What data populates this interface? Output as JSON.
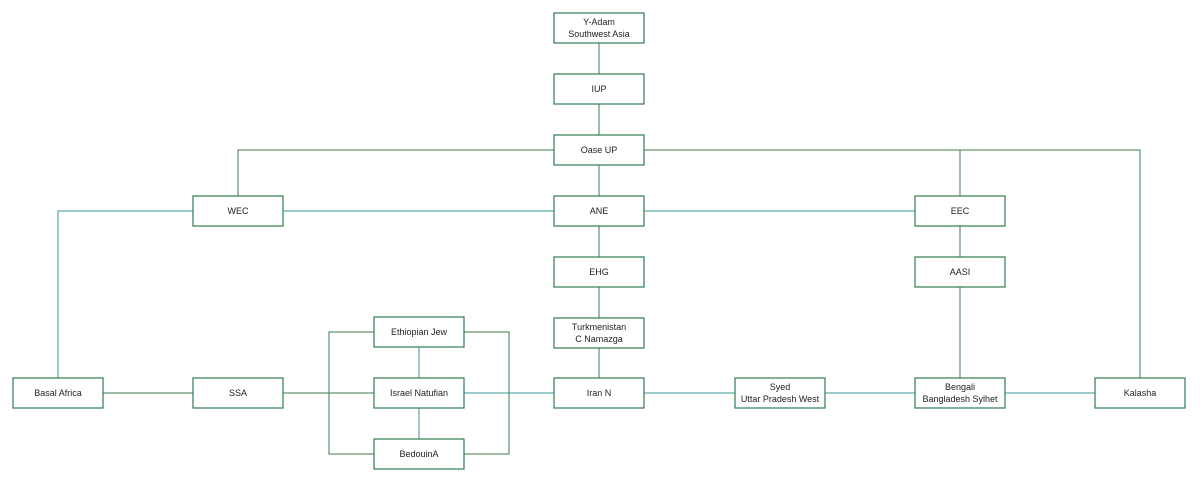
{
  "colors": {
    "node_border": "#2e7d4f",
    "dark_edge": "#3d7a4e",
    "teal_edge": "#3a9a96",
    "text": "#222222",
    "background": "#ffffff"
  },
  "nodes": {
    "y_adam": {
      "line1": "Y-Adam",
      "line2": "Southwest Asia"
    },
    "iup": {
      "label": "IUP"
    },
    "oase_up": {
      "label": "Oase UP"
    },
    "wec": {
      "label": "WEC"
    },
    "ane": {
      "label": "ANE"
    },
    "eec": {
      "label": "EEC"
    },
    "ehg": {
      "label": "EHG"
    },
    "aasi": {
      "label": "AASI"
    },
    "turkmenistan": {
      "line1": "Turkmenistan",
      "line2": "C Namazga"
    },
    "ethiopian_jew": {
      "label": "Ethiopian Jew"
    },
    "basal_africa": {
      "label": "Basal Africa"
    },
    "ssa": {
      "label": "SSA"
    },
    "israel_natufian": {
      "label": "Israel Natufian"
    },
    "iran_n": {
      "label": "Iran N"
    },
    "syed": {
      "line1": "Syed",
      "line2": "Uttar Pradesh West"
    },
    "bengali": {
      "line1": "Bengali",
      "line2": "Bangladesh Sylhet"
    },
    "kalasha": {
      "label": "Kalasha"
    },
    "bedouin_a": {
      "label": "BedouinA"
    }
  },
  "edges": [
    {
      "from": "y_adam",
      "to": "iup",
      "style": "dark"
    },
    {
      "from": "iup",
      "to": "oase_up",
      "style": "dark"
    },
    {
      "from": "oase_up",
      "to": "wec",
      "style": "dark"
    },
    {
      "from": "oase_up",
      "to": "eec",
      "style": "dark"
    },
    {
      "from": "oase_up",
      "to": "kalasha",
      "style": "dark"
    },
    {
      "from": "oase_up",
      "to": "ane",
      "style": "dark"
    },
    {
      "from": "wec",
      "to": "ane",
      "style": "teal"
    },
    {
      "from": "ane",
      "to": "eec",
      "style": "teal"
    },
    {
      "from": "wec",
      "to": "basal_africa",
      "style": "teal"
    },
    {
      "from": "ane",
      "to": "ehg",
      "style": "dark"
    },
    {
      "from": "ehg",
      "to": "turkmenistan",
      "style": "dark"
    },
    {
      "from": "turkmenistan",
      "to": "iran_n",
      "style": "dark"
    },
    {
      "from": "eec",
      "to": "aasi",
      "style": "dark"
    },
    {
      "from": "aasi",
      "to": "bengali",
      "style": "dark"
    },
    {
      "from": "basal_africa",
      "to": "ssa",
      "style": "dark"
    },
    {
      "from": "ssa",
      "to": "ethiopian_jew",
      "style": "dark"
    },
    {
      "from": "ssa",
      "to": "israel_natufian",
      "style": "dark"
    },
    {
      "from": "ssa",
      "to": "bedouin_a",
      "style": "dark"
    },
    {
      "from": "ethiopian_jew",
      "to": "israel_natufian",
      "style": "teal"
    },
    {
      "from": "israel_natufian",
      "to": "bedouin_a",
      "style": "teal"
    },
    {
      "from": "israel_natufian",
      "to": "iran_n",
      "style": "teal"
    },
    {
      "from": "ethiopian_jew",
      "to": "iran_n",
      "style": "dark"
    },
    {
      "from": "bedouin_a",
      "to": "iran_n",
      "style": "dark"
    },
    {
      "from": "iran_n",
      "to": "syed",
      "style": "teal"
    },
    {
      "from": "syed",
      "to": "bengali",
      "style": "teal"
    },
    {
      "from": "bengali",
      "to": "kalasha",
      "style": "teal"
    }
  ]
}
